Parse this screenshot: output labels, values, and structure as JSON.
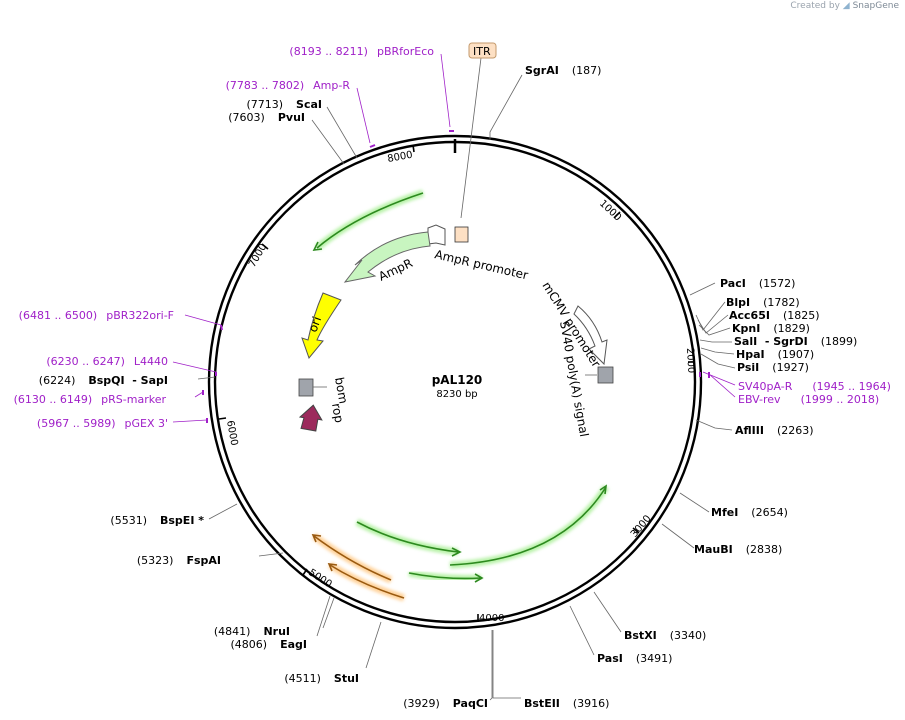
{
  "credit": {
    "prefix": "Created by",
    "brand": "SnapGene"
  },
  "plasmid": {
    "name": "pAL120",
    "size": "8230 bp"
  },
  "ticks": [
    "1000",
    "2000",
    "3000",
    "4000",
    "5000",
    "6000",
    "7000",
    "8000"
  ],
  "features": {
    "itr": "ITR",
    "ampr_promoter": "AmpR promoter",
    "ampr": "AmpR",
    "ori": "ori",
    "bom": "bom",
    "rop": "rop",
    "mcmv_promoter": "mCMV promoter",
    "sv40": "SV40 poly(A) signal"
  },
  "enzymes": [
    {
      "name": "SgrAI",
      "pos": "(187)"
    },
    {
      "name": "PacI",
      "pos": "(1572)"
    },
    {
      "name": "BlpI",
      "pos": "(1782)"
    },
    {
      "name": "Acc65I",
      "pos": "(1825)"
    },
    {
      "name": "KpnI",
      "pos": "(1829)"
    },
    {
      "name": "SalI  - SgrDI",
      "pos": "(1899)"
    },
    {
      "name": "HpaI",
      "pos": "(1907)"
    },
    {
      "name": "PsiI",
      "pos": "(1927)"
    },
    {
      "name": "AflIII",
      "pos": "(2263)"
    },
    {
      "name": "MfeI",
      "pos": "(2654)"
    },
    {
      "name": "MauBI",
      "pos": "(2838)"
    },
    {
      "name": "BstXI",
      "pos": "(3340)"
    },
    {
      "name": "PasI",
      "pos": "(3491)"
    },
    {
      "name": "BstEII",
      "pos": "(3916)"
    },
    {
      "name": "PaqCI",
      "pos": "(3929)"
    },
    {
      "name": "StuI",
      "pos": "(4511)"
    },
    {
      "name": "EagI",
      "pos": "(4806)"
    },
    {
      "name": "NruI",
      "pos": "(4841)"
    },
    {
      "name": "FspAI",
      "pos": "(5323)"
    },
    {
      "name": "BspEI *",
      "pos": "(5531)"
    },
    {
      "name": "BspQI  - SapI",
      "pos": "(6224)"
    },
    {
      "name": "PvuI",
      "pos": "(7603)"
    },
    {
      "name": "ScaI",
      "pos": "(7713)"
    }
  ],
  "primers": [
    {
      "name": "pBRforEco",
      "range": "(8193 .. 8211)"
    },
    {
      "name": "Amp-R",
      "range": "(7783 .. 7802)"
    },
    {
      "name": "pBR322ori-F",
      "range": "(6481 .. 6500)"
    },
    {
      "name": "L4440",
      "range": "(6230 .. 6247)"
    },
    {
      "name": "pRS-marker",
      "range": "(6130 .. 6149)"
    },
    {
      "name": "pGEX 3'",
      "range": "(5967 .. 5989)"
    },
    {
      "name": "SV40pA-R",
      "range": "(1945 .. 1964)"
    },
    {
      "name": "EBV-rev",
      "range": "(1999 .. 2018)"
    }
  ],
  "colors": {
    "backbone": "#000000",
    "ampr_fill": "#c8f5c0",
    "ori_fill": "#ffff00",
    "rop_fill": "#9c2a5c",
    "itr_fill": "#fde0c4",
    "bom_fill": "#a0a4ab",
    "primer": "#a020c8",
    "orf_green": "#2d8a1f",
    "orf_orange": "#d98a1a"
  }
}
